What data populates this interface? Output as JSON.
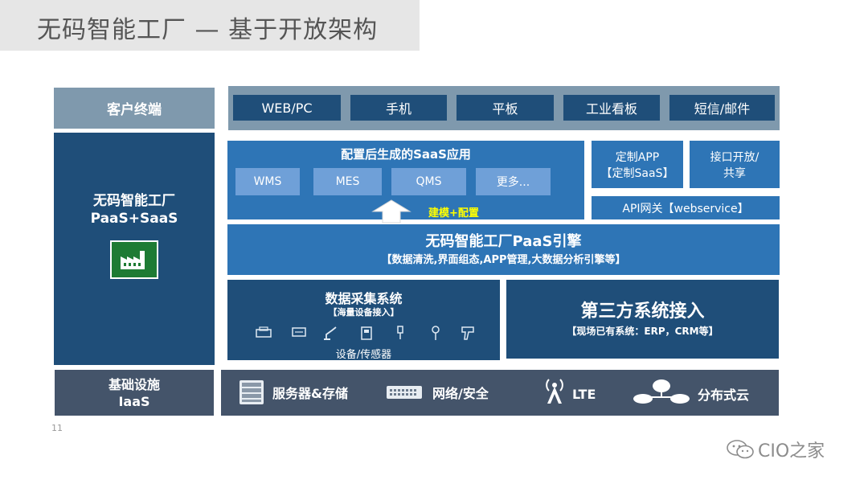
{
  "title": "无码智能工厂 — 基于开放架构",
  "left": {
    "client": "客户终端",
    "platform_line1": "无码智能工厂",
    "platform_line2": "PaaS+SaaS",
    "infra_line1": "基础设施",
    "infra_line2": "IaaS"
  },
  "terminals": [
    "WEB/PC",
    "手机",
    "平板",
    "工业看板",
    "短信/邮件"
  ],
  "saas": {
    "title": "配置后生成的SaaS应用",
    "apps": [
      "WMS",
      "MES",
      "QMS",
      "更多..."
    ],
    "arrow_label": "建模+配置"
  },
  "custom_app": {
    "line1": "定制APP",
    "line2": "【定制SaaS】"
  },
  "open_api": {
    "line1": "接口开放/",
    "line2": "共享"
  },
  "api_gateway": "API网关【webservice】",
  "engine": {
    "title": "无码智能工厂PaaS引擎",
    "subtitle": "【数据清洗,界面组态,APP管理,大数据分析引擎等】"
  },
  "data_collection": {
    "title": "数据采集系统",
    "subtitle": "【海量设备接入】",
    "footer": "设备/传感器"
  },
  "third_party": {
    "title": "第三方系统接入",
    "subtitle": "【现场已有系统：ERP，CRM等】"
  },
  "infra": [
    {
      "icon": "server-storage-icon",
      "label": "服务器&存储"
    },
    {
      "icon": "network-switch-icon",
      "label": "网络/安全"
    },
    {
      "icon": "lte-tower-icon",
      "label": "LTE"
    },
    {
      "icon": "cloud-icon",
      "label": "分布式云"
    }
  ],
  "page_number": "11",
  "watermark": "CIO之家",
  "colors": {
    "navy": "#1f4e79",
    "mid_blue": "#2e75b6",
    "light_blue": "#6fa0d8",
    "gray_blue": "#7f99ad",
    "slate": "#44546a",
    "arrow_label": "#ffff00",
    "factory_green": "#1e7b34"
  }
}
